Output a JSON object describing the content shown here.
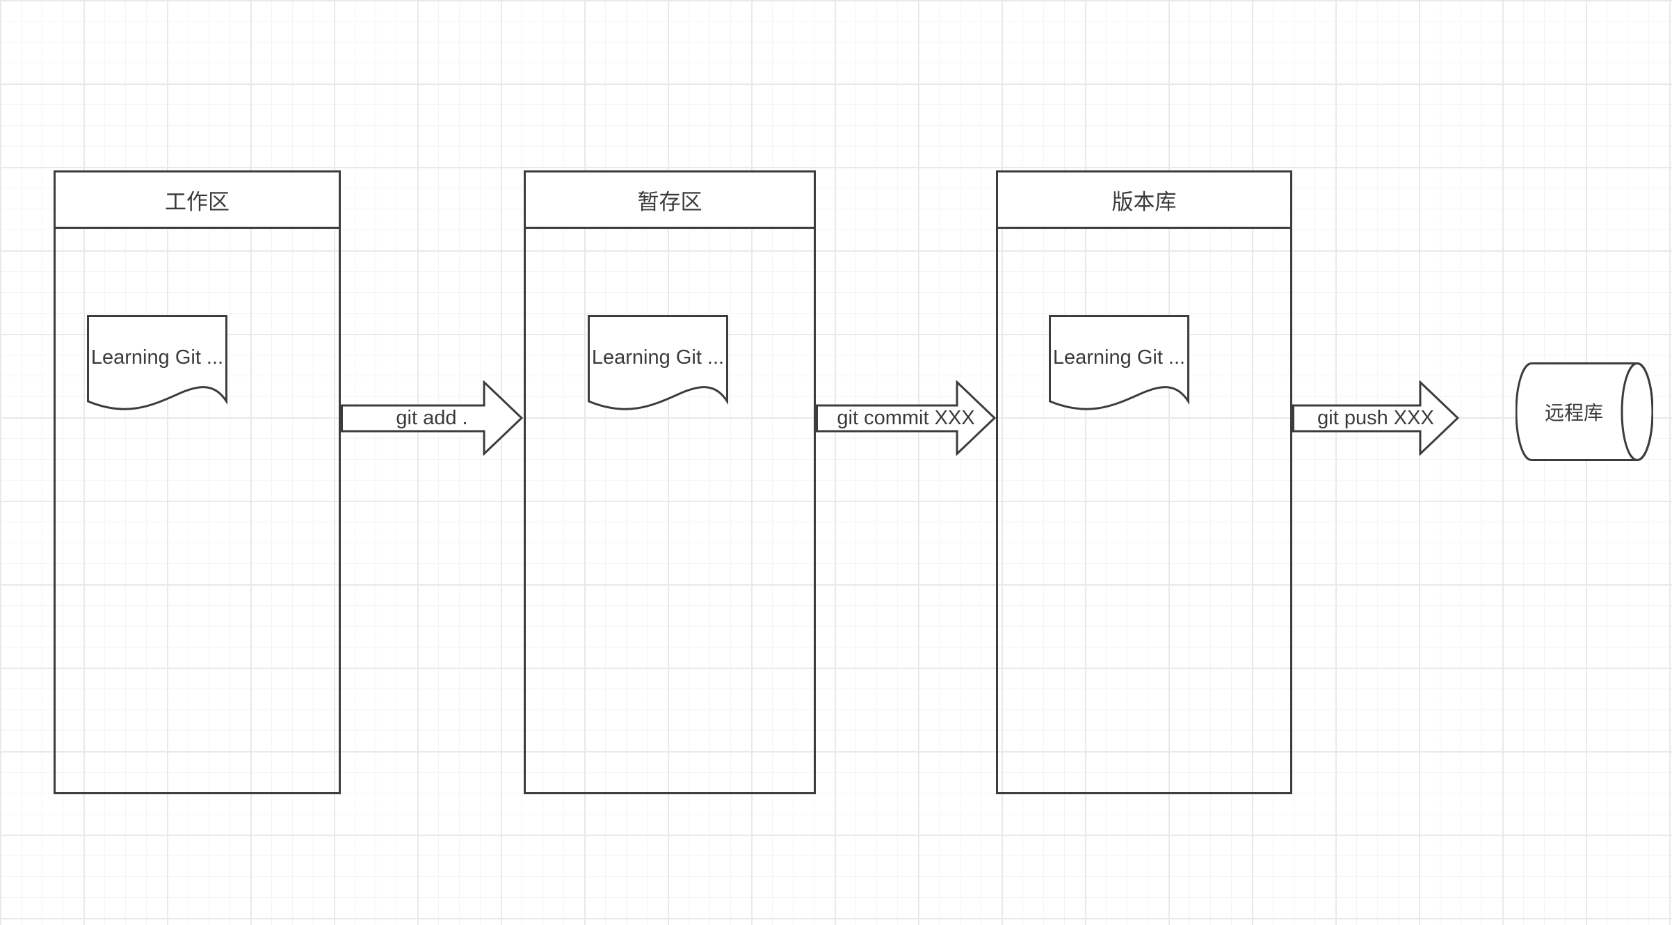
{
  "diagram": {
    "containers": [
      {
        "title": "工作区",
        "document_label": "Learning Git ..."
      },
      {
        "title": "暂存区",
        "document_label": "Learning Git ..."
      },
      {
        "title": "版本库",
        "document_label": "Learning Git ..."
      }
    ],
    "arrows": [
      {
        "label": "git add ."
      },
      {
        "label": "git commit XXX"
      },
      {
        "label": "git push XXX"
      }
    ],
    "remote": {
      "label": "远程库"
    },
    "colors": {
      "stroke": "#3c3c3c",
      "text": "#3a3a3a",
      "shape_fill": "#ffffff",
      "grid_minor": "#f4f4f4",
      "grid_major": "#e9e9e9",
      "background": "#ffffff"
    }
  }
}
